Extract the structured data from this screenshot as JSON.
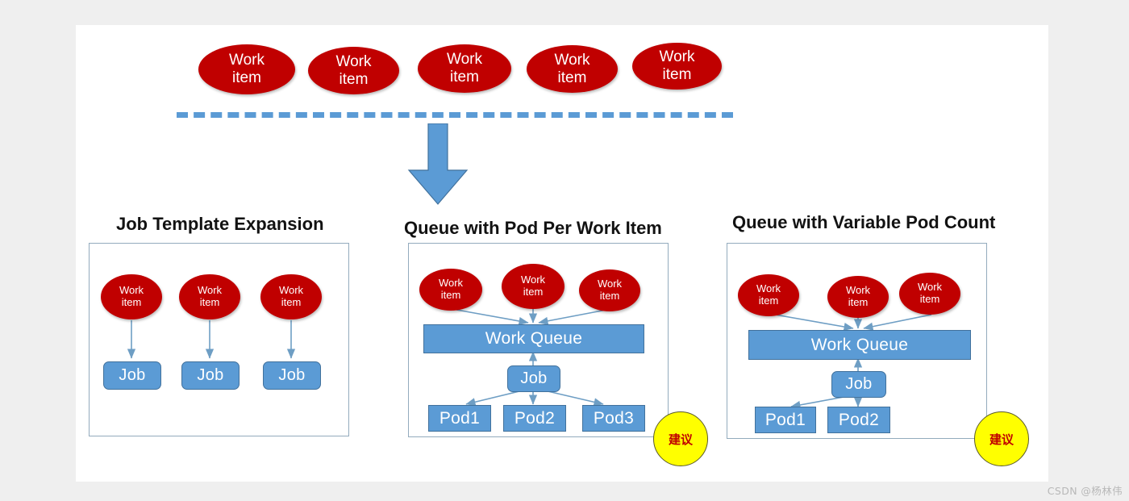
{
  "slide": {
    "top_row": {
      "work_items": [
        {
          "line1": "Work",
          "line2": "item"
        },
        {
          "line1": "Work",
          "line2": "item"
        },
        {
          "line1": "Work",
          "line2": "item"
        },
        {
          "line1": "Work",
          "line2": "item"
        },
        {
          "line1": "Work",
          "line2": "item"
        }
      ],
      "divider": "dashed-line",
      "arrow": "down-arrow"
    },
    "panels": [
      {
        "title": "Job Template Expansion",
        "work_items": [
          {
            "line1": "Work",
            "line2": "item"
          },
          {
            "line1": "Work",
            "line2": "item"
          },
          {
            "line1": "Work",
            "line2": "item"
          }
        ],
        "jobs": [
          "Job",
          "Job",
          "Job"
        ],
        "queue": null,
        "pods": [],
        "badge": null
      },
      {
        "title": "Queue with Pod Per Work Item",
        "work_items": [
          {
            "line1": "Work",
            "line2": "item"
          },
          {
            "line1": "Work",
            "line2": "item"
          },
          {
            "line1": "Work",
            "line2": "item"
          }
        ],
        "queue": "Work Queue",
        "jobs": [
          "Job"
        ],
        "pods": [
          "Pod1",
          "Pod2",
          "Pod3"
        ],
        "badge": "建议"
      },
      {
        "title": "Queue with Variable Pod Count",
        "work_items": [
          {
            "line1": "Work",
            "line2": "item"
          },
          {
            "line1": "Work",
            "line2": "item"
          },
          {
            "line1": "Work",
            "line2": "item"
          }
        ],
        "queue": "Work Queue",
        "jobs": [
          "Job"
        ],
        "pods": [
          "Pod1",
          "Pod2"
        ],
        "badge": "建议"
      }
    ]
  },
  "watermark": "CSDN @杨林伟",
  "colors": {
    "work_item_red": "#C00000",
    "blue": "#5B9BD5",
    "blue_border": "#41719C",
    "panel_border": "#93ABBD",
    "badge_yellow": "#FFFF00",
    "badge_text_red": "#C00000",
    "slide_background": "#FFFFFF",
    "page_background": "#EFEFEF"
  }
}
